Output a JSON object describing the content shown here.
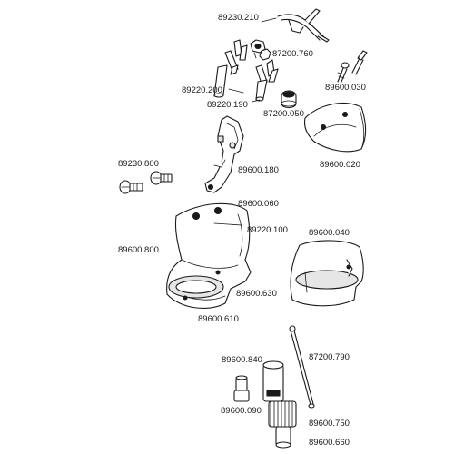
{
  "diagram": {
    "labels": {
      "l89230_210": "89230.210",
      "l87200_760": "87200.760",
      "l89220_200": "89220.200",
      "l89600_030": "89600.030",
      "l89220_190": "89220.190",
      "l87200_050": "87200.050",
      "l89600_020": "89600.020",
      "l89230_800": "89230.800",
      "l89600_180": "89600.180",
      "l89600_060": "89600.060",
      "l89220_100": "89220.100",
      "l89600_040": "89600.040",
      "l89600_800": "89600.800",
      "l89600_630": "89600.630",
      "l89600_610": "89600.610",
      "l89600_840": "89600.840",
      "l87200_790": "87200.790",
      "l89600_090": "89600.090",
      "l89600_750": "89600.750",
      "l89600_660": "89600.660"
    }
  }
}
